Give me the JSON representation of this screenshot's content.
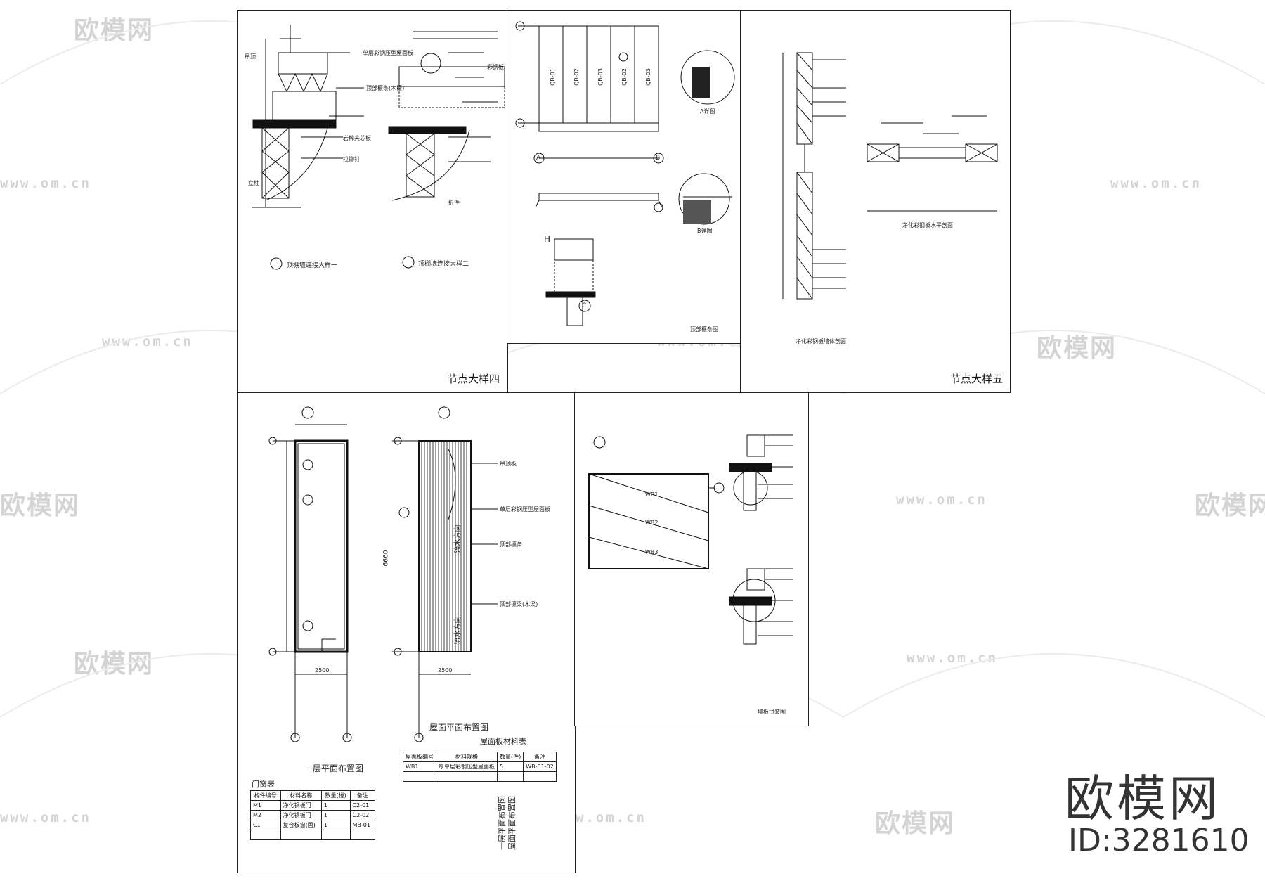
{
  "watermark": {
    "logo": "欧模网",
    "url": "www.om.cn"
  },
  "brand": {
    "name": "欧模网",
    "id": "ID:3281610"
  },
  "sheet1": {
    "title": "节点大样四",
    "detail1_caption": "顶棚墙连接大样一",
    "detail2_caption": "顶棚墙连接大样二",
    "notes": [
      "单层彩钢压型屋面板",
      "顶部檩条(木檩)",
      "吊顶",
      "岩棉夹芯板",
      "拉铆钉",
      "立柱",
      "彩钢板",
      "折件"
    ]
  },
  "sheet2": {
    "caption": "顶部檩条图",
    "panel_codes": [
      "QB-01",
      "QB-02",
      "QB-03",
      "QB-02",
      "QB-03"
    ],
    "detail_labels": [
      "A",
      "B",
      "C",
      "H"
    ],
    "section_captions": [
      "A详图",
      "B详图"
    ]
  },
  "sheet3": {
    "title": "节点大样五",
    "detail1_caption": "净化彩钢板墙体剖面",
    "detail2_caption": "净化彩钢板水平剖面"
  },
  "sheet4": {
    "plan1_caption": "一层平面布置图",
    "plan2_caption": "屋面平面布置图",
    "title_block": [
      "一层平面布置图",
      "屋面平面布置图"
    ],
    "roof_notes": [
      "吊顶板",
      "单层彩钢压型屋面板",
      "顶部檩条",
      "顶部檩梁(木梁)"
    ],
    "flow_label": "流水方向",
    "dims": [
      "2500",
      "6660",
      "2500"
    ],
    "door_table": {
      "caption": "门窗表",
      "headers": [
        "构件编号",
        "材料名称",
        "数量(樘)",
        "备注"
      ],
      "rows": [
        [
          "M1",
          "净化钢板门",
          "1",
          "C2-01"
        ],
        [
          "M2",
          "净化钢板门",
          "1",
          "C2-02"
        ],
        [
          "C1",
          "复合板窗(固)",
          "1",
          "MB-01"
        ]
      ]
    },
    "roof_table": {
      "caption": "屋面板材料表",
      "headers": [
        "屋面板编号",
        "材料规格",
        "数量(件)",
        "备注"
      ],
      "rows": [
        [
          "WB1",
          "厚单层彩钢压型屋面板",
          "5",
          "WB-01-02"
        ]
      ]
    }
  },
  "sheet5": {
    "caption": "墙板拼装图",
    "panel_codes": [
      "WB1",
      "WB2",
      "WB3"
    ]
  }
}
